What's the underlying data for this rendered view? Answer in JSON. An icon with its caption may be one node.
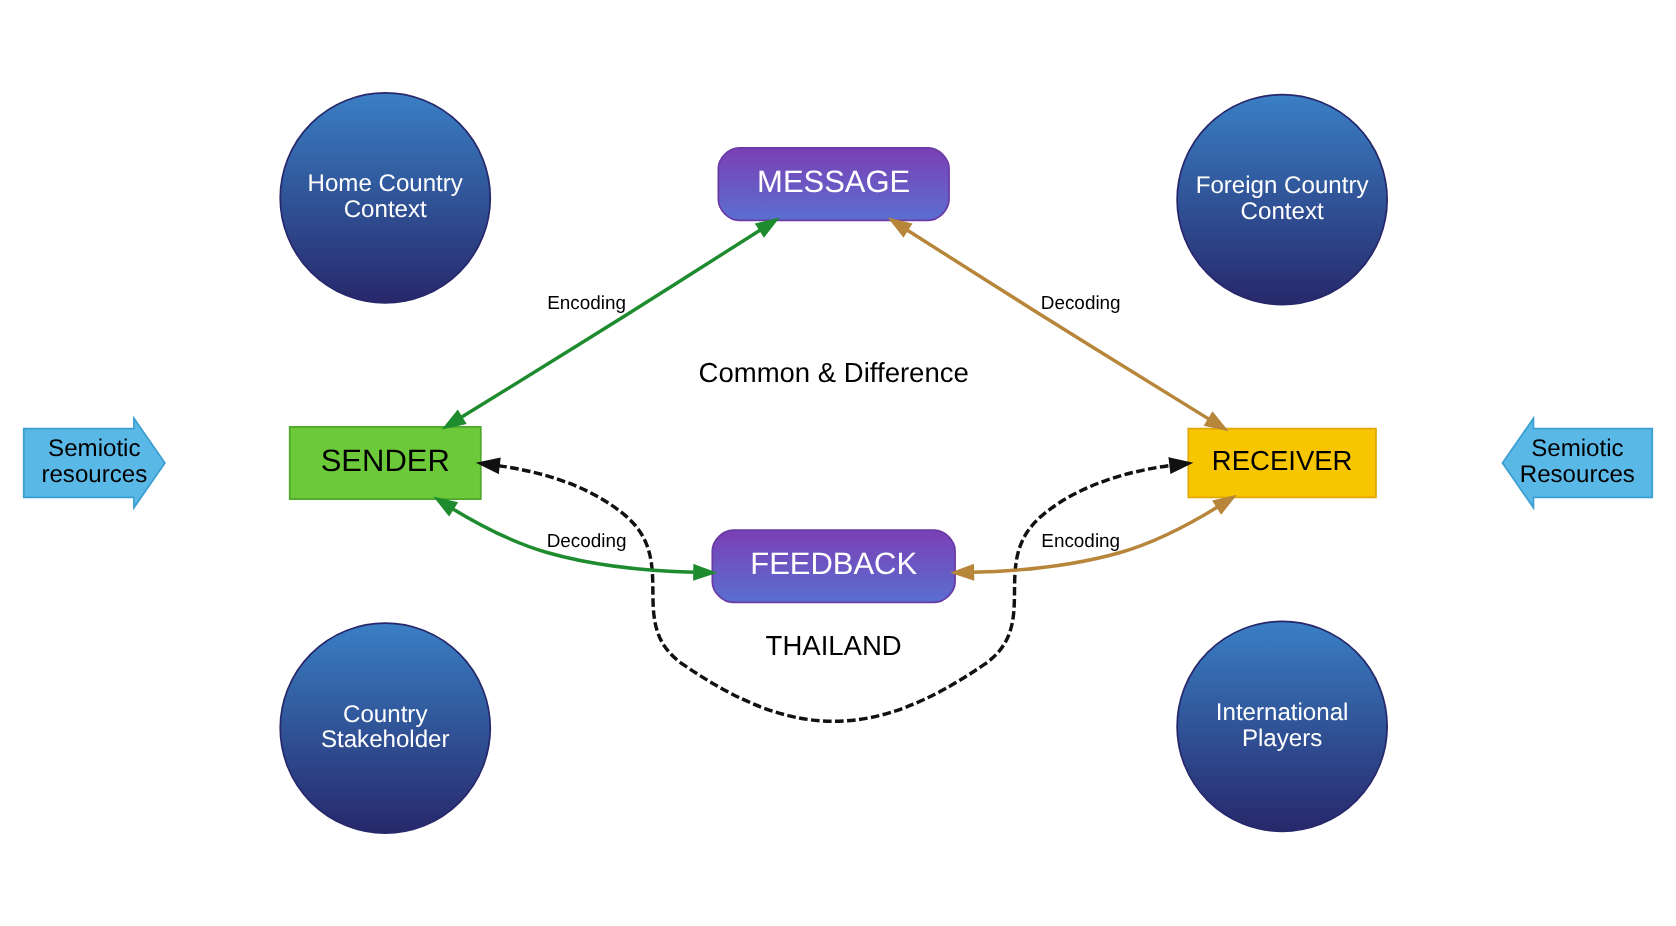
{
  "diagram": {
    "nodes": [
      {
        "text": [
          "Home Country Context"
        ]
      },
      {
        "text": [
          "MESSAGE"
        ]
      },
      {
        "text": [
          "Foreign Country Context"
        ]
      },
      {
        "text": [
          "Semiotic resources"
        ]
      },
      {
        "text": [
          "SENDER"
        ]
      },
      {
        "text": [
          "RECEIVER"
        ]
      },
      {
        "text": [
          "Semiotic Resources"
        ]
      },
      {
        "text": [
          "Country Stakeholder"
        ]
      },
      {
        "text": [
          "FEEDBACK"
        ]
      },
      {
        "text": [
          "International Players"
        ]
      }
    ],
    "edges": [
      {
        "from": 4,
        "to": 1,
        "arrow": "both",
        "label": "Encoding",
        "color": "#1e8c2e"
      },
      {
        "from": 1,
        "to": 5,
        "arrow": "both",
        "label": "Decoding",
        "color": "#b8863b"
      },
      {
        "from": 5,
        "to": 8,
        "arrow": "both",
        "label": "Encoding",
        "color": "#b8863b"
      },
      {
        "from": 8,
        "to": 4,
        "arrow": "both",
        "label": "Decoding",
        "color": "#1e8c2e"
      },
      {
        "from": 4,
        "to": 5,
        "arrow": "both",
        "label": "THAILAND",
        "style": "dashed",
        "color": "#111111"
      }
    ],
    "labels": [
      "Common & Difference"
    ]
  }
}
